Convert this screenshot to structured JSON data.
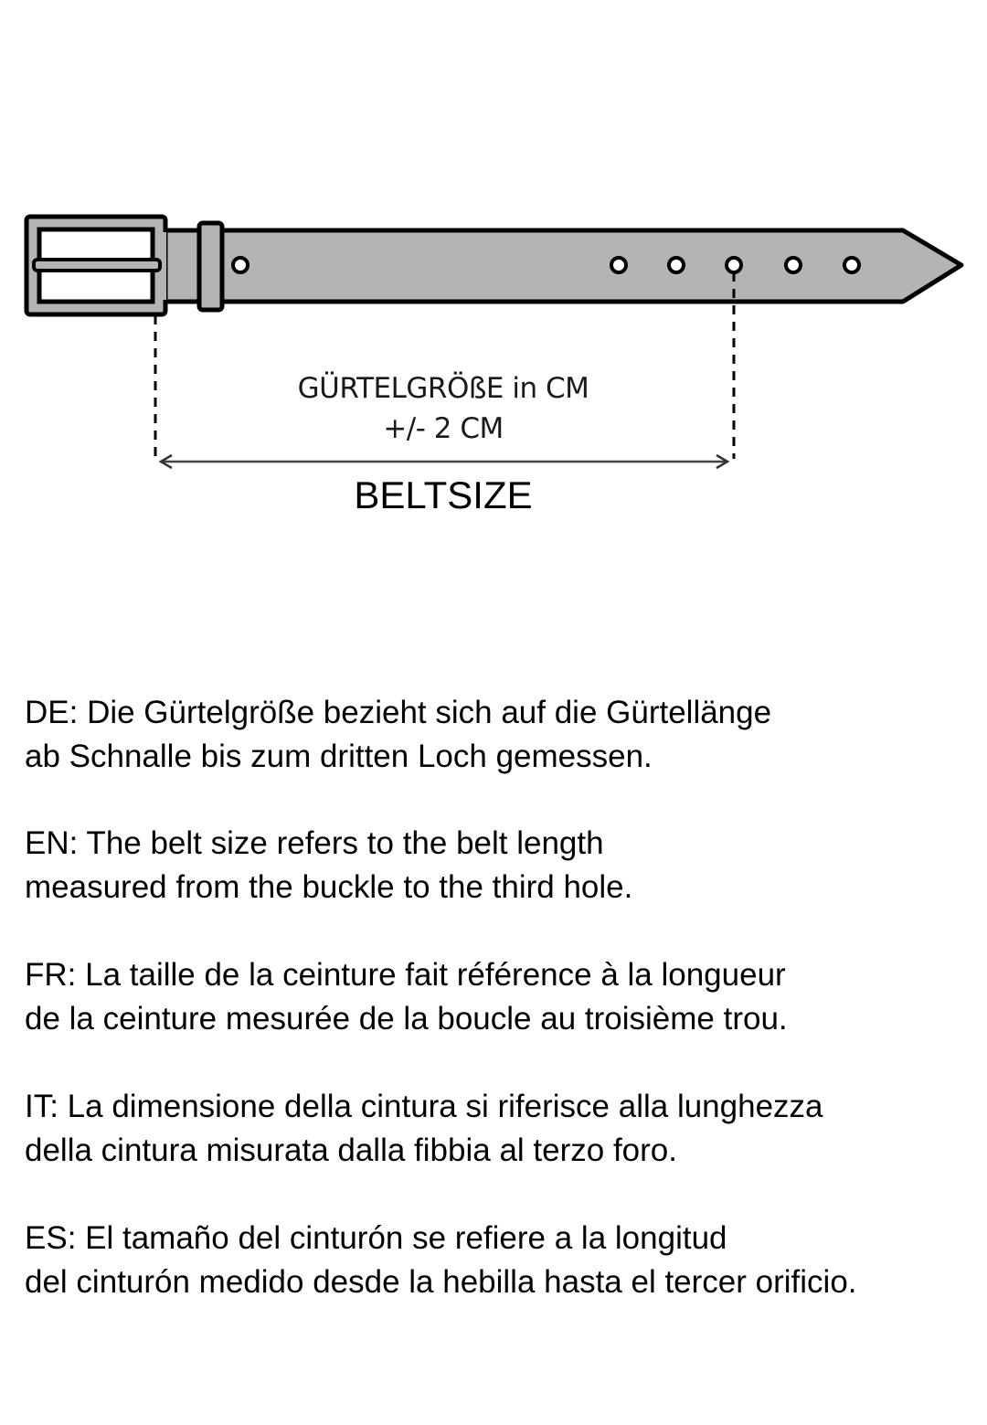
{
  "diagram": {
    "title_line1": "GÜRTELGRÖßE in CM",
    "title_line2": "+/- 2 CM",
    "measurement_label": "BELTSIZE",
    "hole_count": 5,
    "measured_to_hole": 3,
    "colors": {
      "belt_fill": "#b4b4b4",
      "outline": "#000000",
      "background": "#ffffff"
    }
  },
  "descriptions": [
    {
      "lang": "DE",
      "line1": "DE: Die Gürtelgröße bezieht sich auf die Gürtellänge",
      "line2": "ab Schnalle bis zum dritten Loch gemessen."
    },
    {
      "lang": "EN",
      "line1": "EN: The belt size refers to the belt length",
      "line2": "measured from the buckle to the third hole."
    },
    {
      "lang": "FR",
      "line1": "FR: La taille de la ceinture fait référence à la longueur",
      "line2": "de la ceinture mesurée de la boucle au troisième trou."
    },
    {
      "lang": "IT",
      "line1": "IT: La dimensione della cintura si riferisce alla lunghezza",
      "line2": "della cintura misurata dalla fibbia al terzo foro."
    },
    {
      "lang": "ES",
      "line1": "ES: El tamaño del cinturón se refiere a la longitud",
      "line2": "del cinturón medido desde la hebilla hasta el tercer orificio."
    }
  ]
}
